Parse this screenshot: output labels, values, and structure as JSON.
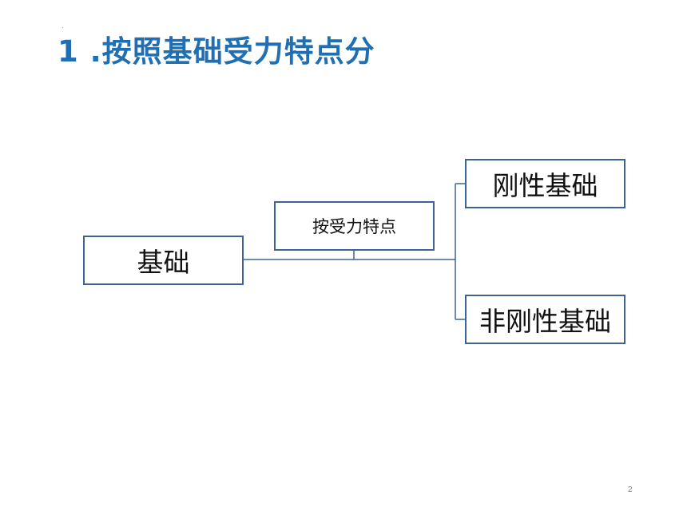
{
  "slide": {
    "title": "1 .按照基础受力特点分",
    "page_number": "2"
  },
  "diagram": {
    "root": "基础",
    "edge_label": "按受力特点",
    "children": [
      "刚性基础",
      "非刚性基础"
    ]
  },
  "colors": {
    "title": "#1f6fb2",
    "box_border": "#3f6391"
  }
}
